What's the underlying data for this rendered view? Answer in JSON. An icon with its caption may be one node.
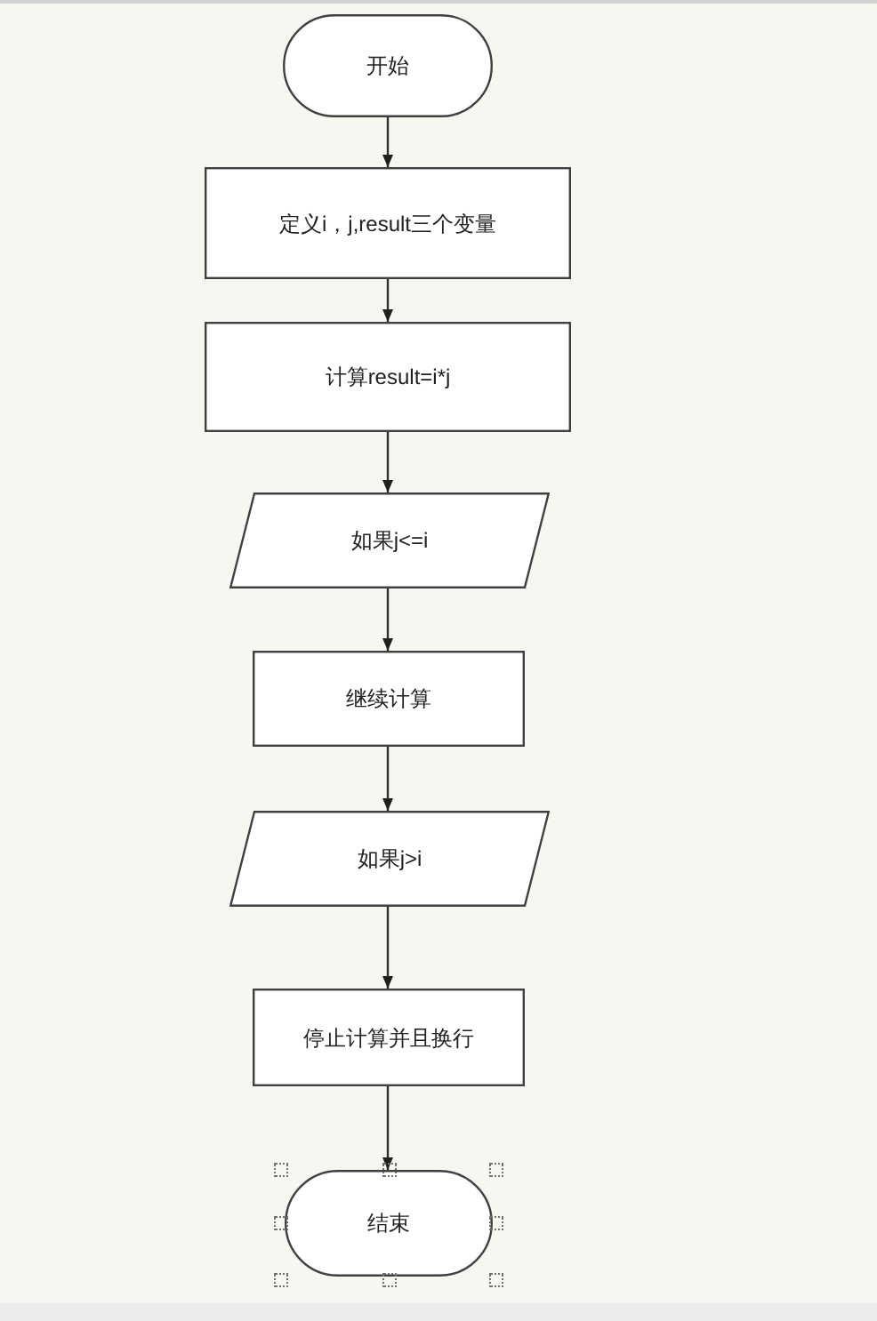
{
  "diagram": {
    "nodes": [
      {
        "text": [
          "开始"
        ]
      },
      {
        "text": [
          "定义i，j,result三个变量"
        ]
      },
      {
        "text": [
          "计算result=i*j"
        ]
      },
      {
        "text": [
          "如果j<=i"
        ]
      },
      {
        "text": [
          "继续计算"
        ]
      },
      {
        "text": [
          "如果j>i"
        ]
      },
      {
        "text": [
          "停止计算并且换行"
        ]
      },
      {
        "text": [
          "结束"
        ]
      }
    ],
    "edges": [
      {
        "from": 0,
        "to": 1,
        "arrow": "to"
      },
      {
        "from": 1,
        "to": 2,
        "arrow": "to"
      },
      {
        "from": 2,
        "to": 3,
        "arrow": "to"
      },
      {
        "from": 3,
        "to": 4,
        "arrow": "to"
      },
      {
        "from": 4,
        "to": 5,
        "arrow": "to"
      },
      {
        "from": 5,
        "to": 6,
        "arrow": "to"
      },
      {
        "from": 6,
        "to": 7,
        "arrow": "to"
      }
    ]
  }
}
